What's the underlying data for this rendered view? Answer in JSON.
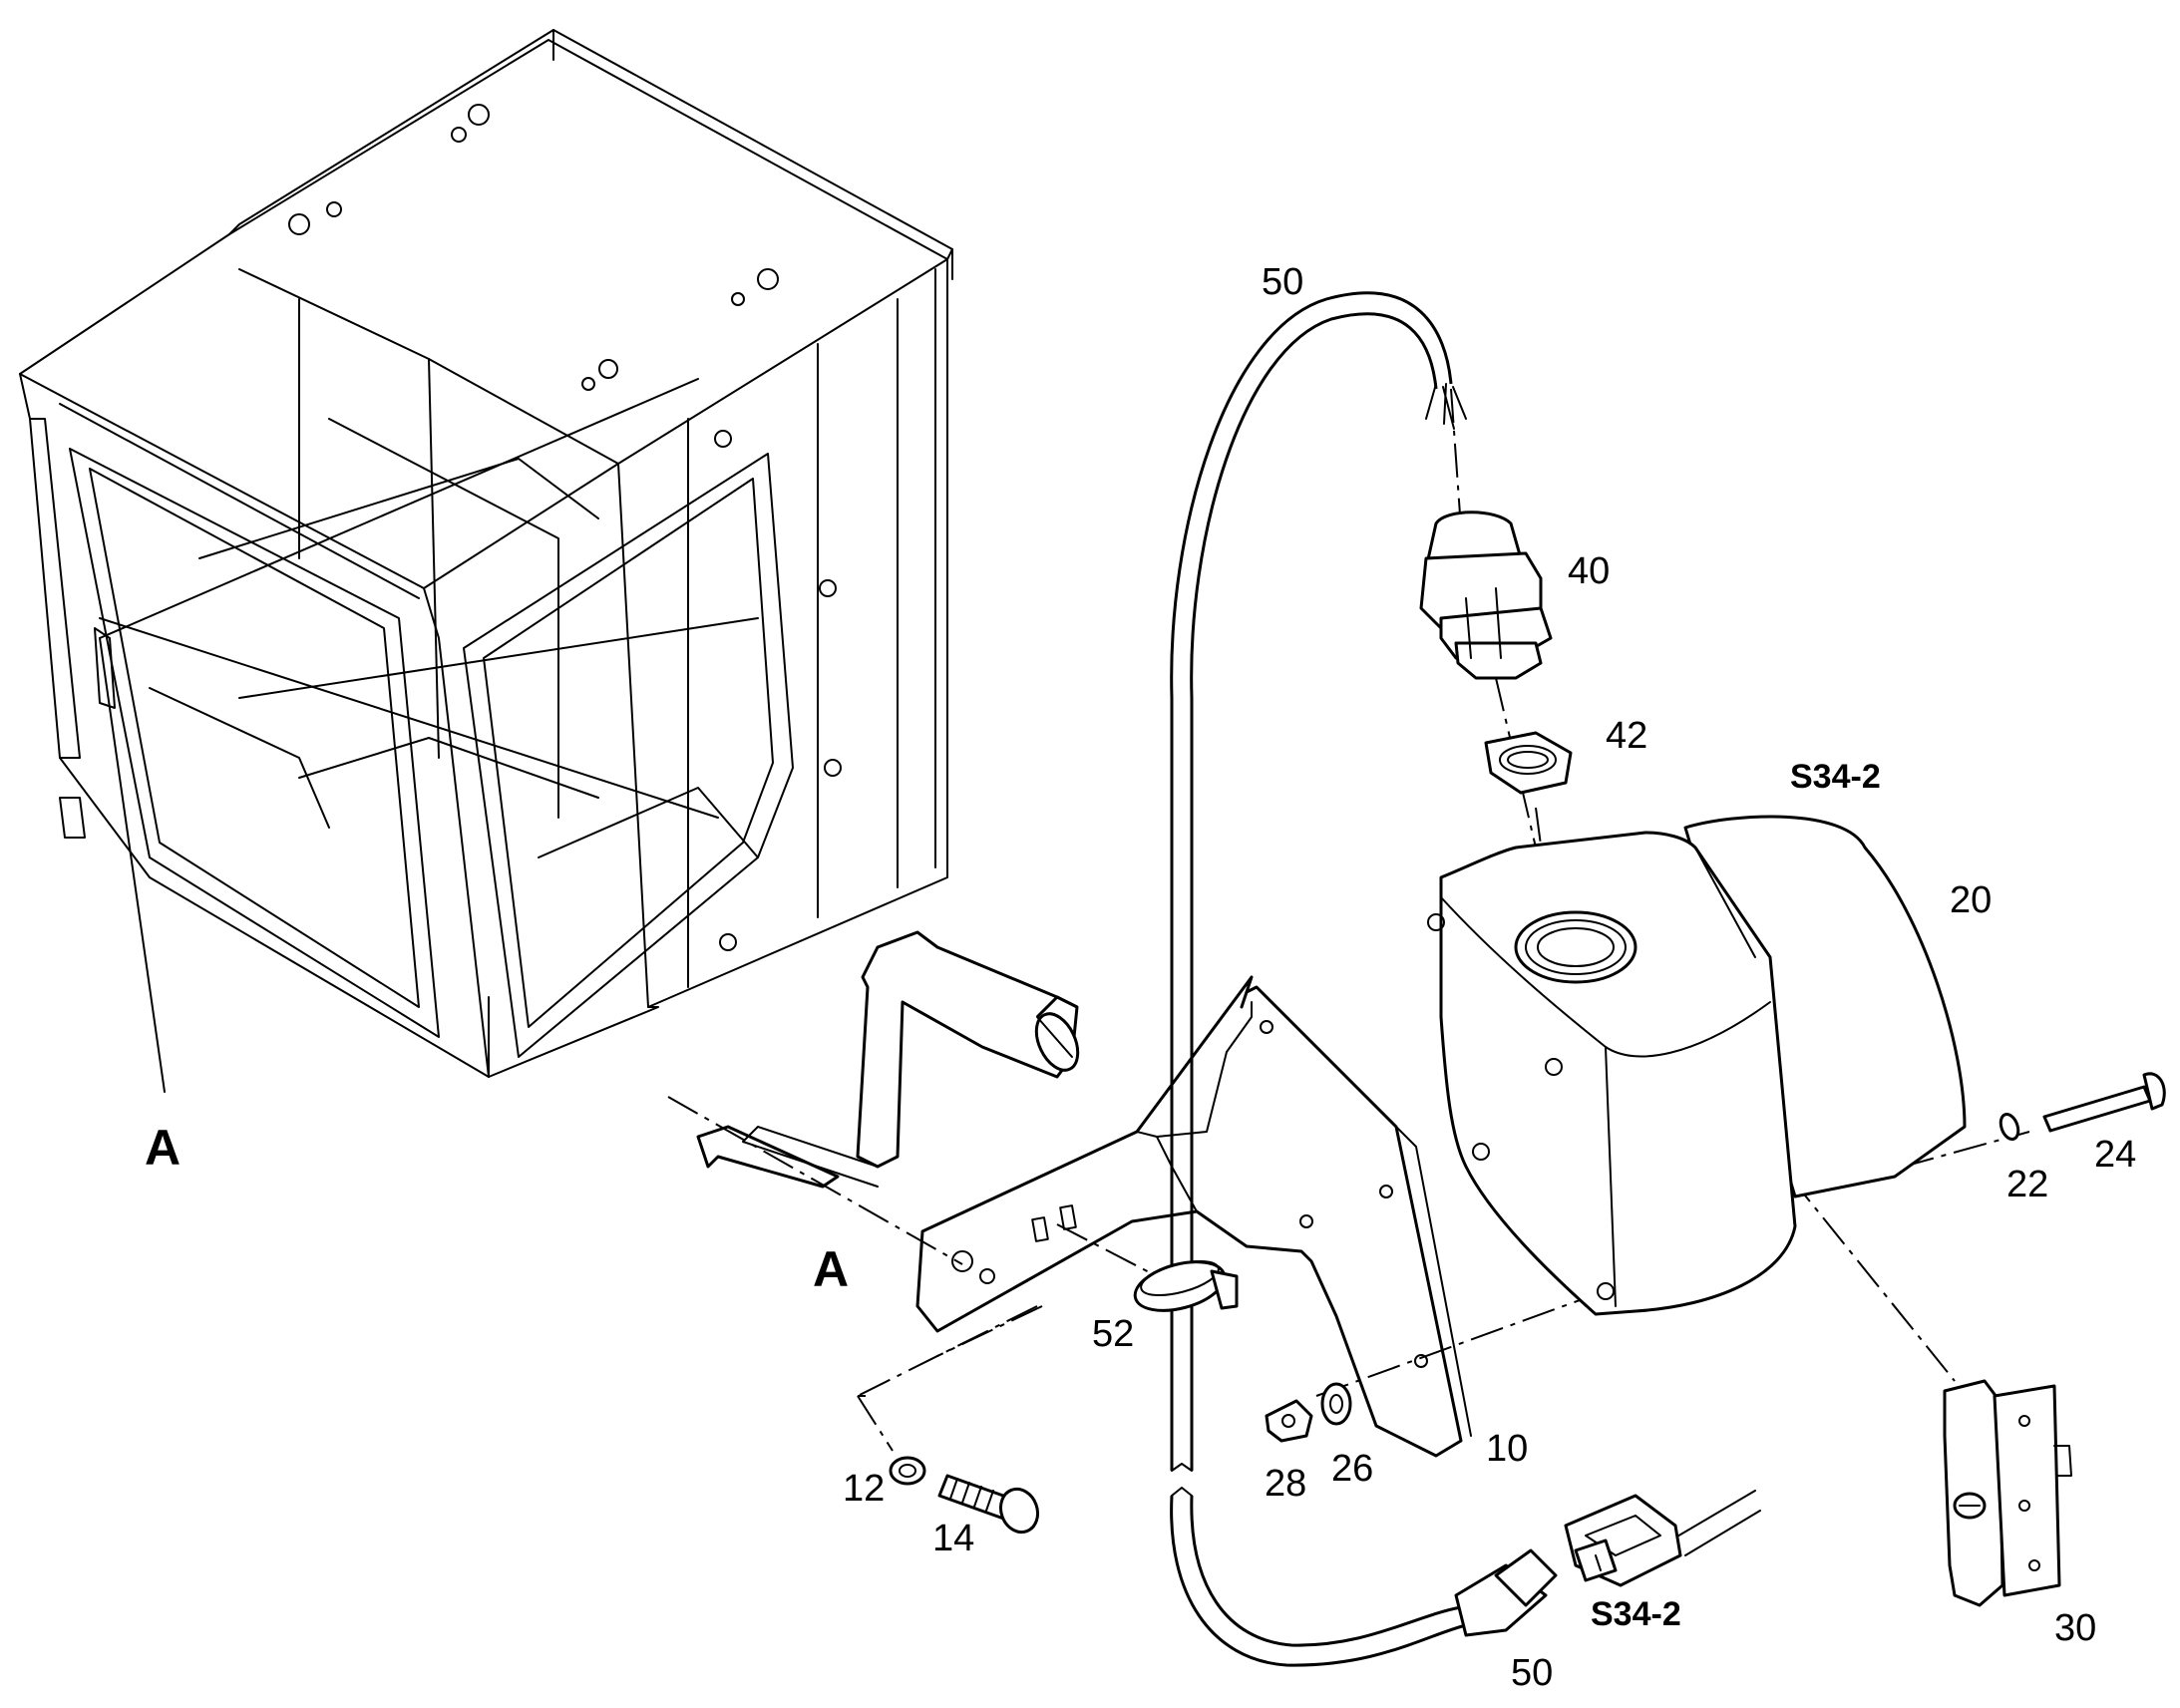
{
  "labels": {
    "cable_top": "50",
    "gland": "40",
    "locknut": "42",
    "switch_code_top": "S34-2",
    "housing": "20",
    "bolt_right": "24",
    "washer_right": "22",
    "cable_clamp": "52",
    "bracket": "10",
    "nut_small": "28",
    "washer_small": "26",
    "washer_left": "12",
    "screw_left": "14",
    "cable_bottom": "50",
    "connector_code": "S34-2",
    "switch": "30",
    "view_a_frame": "A",
    "view_a_detail": "A"
  }
}
